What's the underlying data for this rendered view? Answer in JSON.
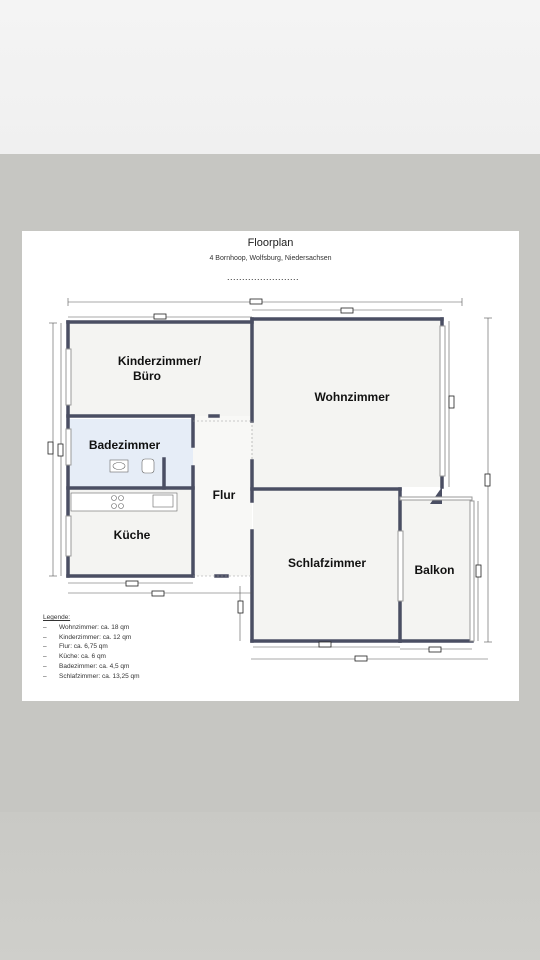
{
  "header": {
    "title": "Floorplan",
    "address": "4 Bornhoop, Wolfsburg, Niedersachsen",
    "separator": "........................"
  },
  "rooms": {
    "kinderzimmer_line1": "Kinderzimmer/",
    "kinderzimmer_line2": "Büro",
    "wohnzimmer": "Wohnzimmer",
    "badezimmer": "Badezimmer",
    "flur": "Flur",
    "kueche": "Küche",
    "schlafzimmer": "Schlafzimmer",
    "balkon": "Balkon"
  },
  "legend": {
    "heading": "Legende:",
    "items": [
      "Wohnzimmer: ca. 18 qm",
      "Kinderzimmer: ca. 12 qm",
      "Flur: ca. 6,75 qm",
      "Küche: ca. 6 qm",
      "Badezimmer: ca. 4,5 qm",
      "Schlafzimmer: ca. 13,25 qm"
    ]
  },
  "colors": {
    "wall": "#4a4e63",
    "room_fill": "#f4f4f2",
    "bath_fill": "#e6edf7",
    "dimension_line": "#555555"
  }
}
